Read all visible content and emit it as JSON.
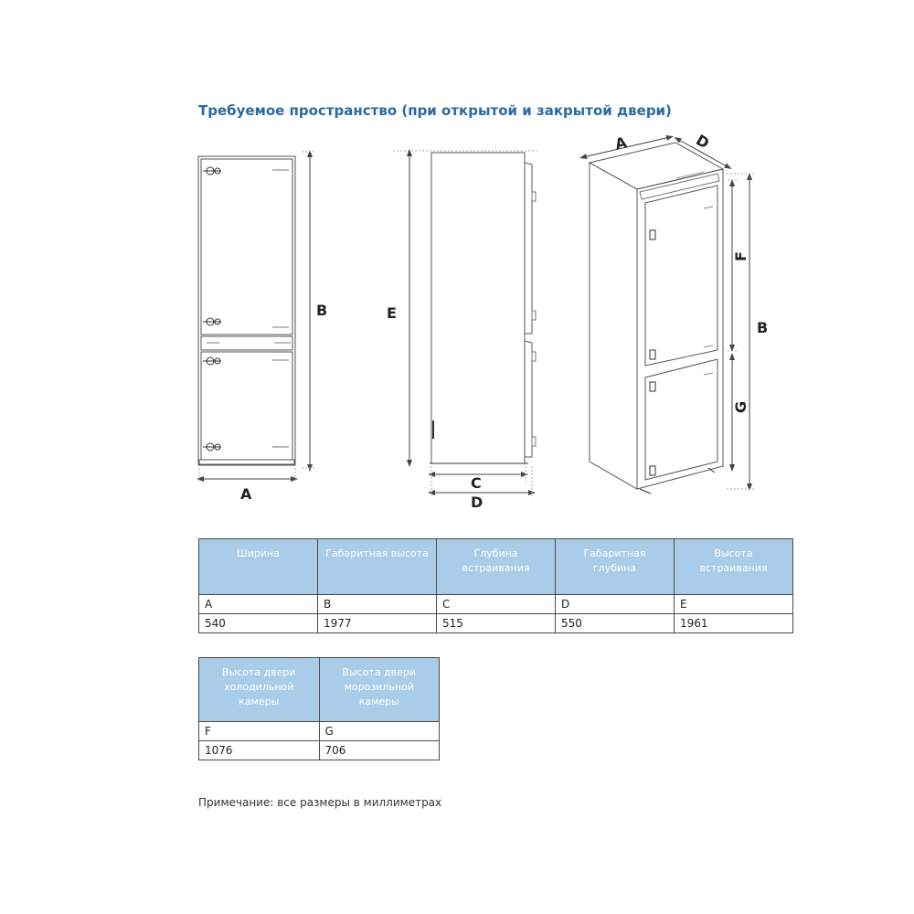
{
  "title": "Требуемое пространство (при открытой и закрытой двери)",
  "diagram": {
    "front_labels": {
      "height": "B",
      "width": "A"
    },
    "side_labels": {
      "height": "E",
      "depth_inner": "C",
      "depth_outer": "D"
    },
    "iso_labels": {
      "width": "A",
      "depth": "D",
      "fridge_door": "F",
      "total_height": "B",
      "freezer_door": "G"
    }
  },
  "table1": {
    "headers": [
      "Ширина",
      "Габаритная высота",
      "Глубина встраивания",
      "Габаритная глубина",
      "Высота встраивания"
    ],
    "letters": [
      "A",
      "B",
      "C",
      "D",
      "E"
    ],
    "values": [
      "540",
      "1977",
      "515",
      "550",
      "1961"
    ]
  },
  "table2": {
    "headers": [
      "Высота двери холодильной камеры",
      "Высота двери морозильной камеры"
    ],
    "letters": [
      "F",
      "G"
    ],
    "values": [
      "1076",
      "706"
    ]
  },
  "note": "Примечание: все размеры в миллиметрах",
  "colors": {
    "title": "#2a6aa3",
    "header_bg": "#a9cde8",
    "header_text": "#ffffff"
  }
}
